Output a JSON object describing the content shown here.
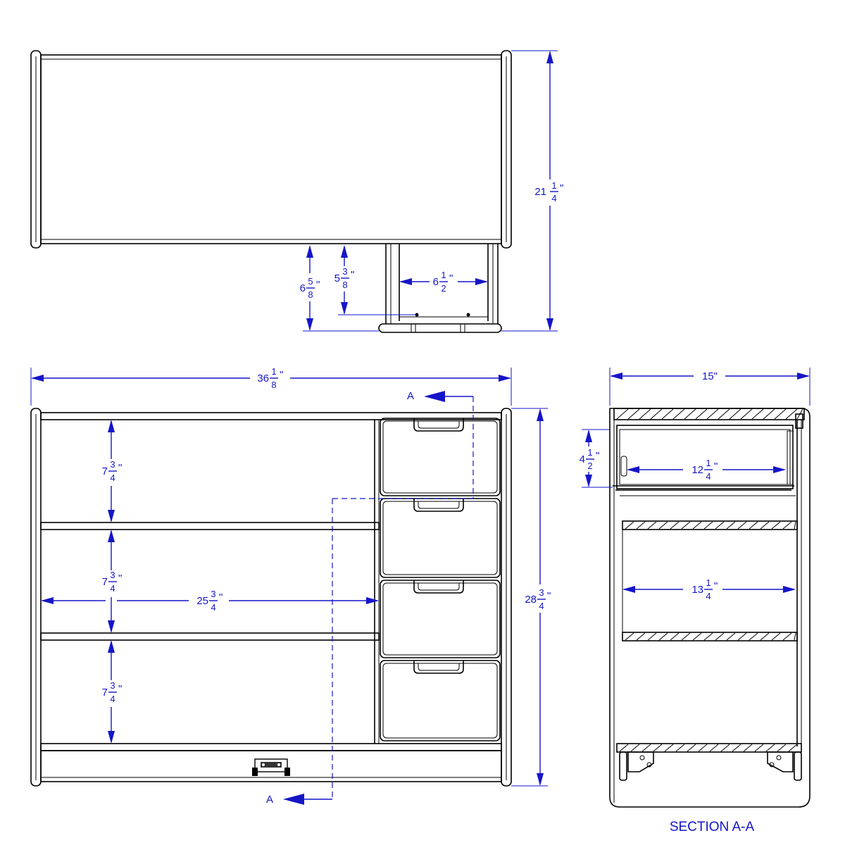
{
  "colors": {
    "outline": "#000000",
    "dimension": "#1515c8",
    "background": "#ffffff"
  },
  "top_view": {
    "depth": {
      "whole": "21",
      "num": "1",
      "den": "4",
      "unit": "\""
    },
    "base_offset": {
      "whole": "6",
      "num": "5",
      "den": "8",
      "unit": "\""
    },
    "caster_offset": {
      "whole": "5",
      "num": "3",
      "den": "8",
      "unit": "\""
    },
    "drawer_width": {
      "whole": "6",
      "num": "1",
      "den": "2",
      "unit": "\""
    }
  },
  "front_view": {
    "overall_width": {
      "whole": "36",
      "num": "1",
      "den": "8",
      "unit": "\""
    },
    "overall_height": {
      "whole": "28",
      "num": "3",
      "den": "4",
      "unit": "\""
    },
    "shelf_1": {
      "whole": "7",
      "num": "3",
      "den": "4",
      "unit": "\""
    },
    "shelf_2": {
      "whole": "7",
      "num": "3",
      "den": "4",
      "unit": "\""
    },
    "shelf_3": {
      "whole": "7",
      "num": "3",
      "den": "4",
      "unit": "\""
    },
    "shelf_width": {
      "whole": "25",
      "num": "3",
      "den": "4",
      "unit": "\""
    },
    "section_mark_top": "A",
    "section_mark_bottom": "A"
  },
  "section_view": {
    "title": "SECTION A-A",
    "depth": "15\"",
    "drawer_height": {
      "whole": "4",
      "num": "1",
      "den": "2",
      "unit": "\""
    },
    "drawer_depth": {
      "whole": "12",
      "num": "1",
      "den": "4",
      "unit": "\""
    },
    "shelf_depth": {
      "whole": "13",
      "num": "1",
      "den": "4",
      "unit": "\""
    }
  }
}
